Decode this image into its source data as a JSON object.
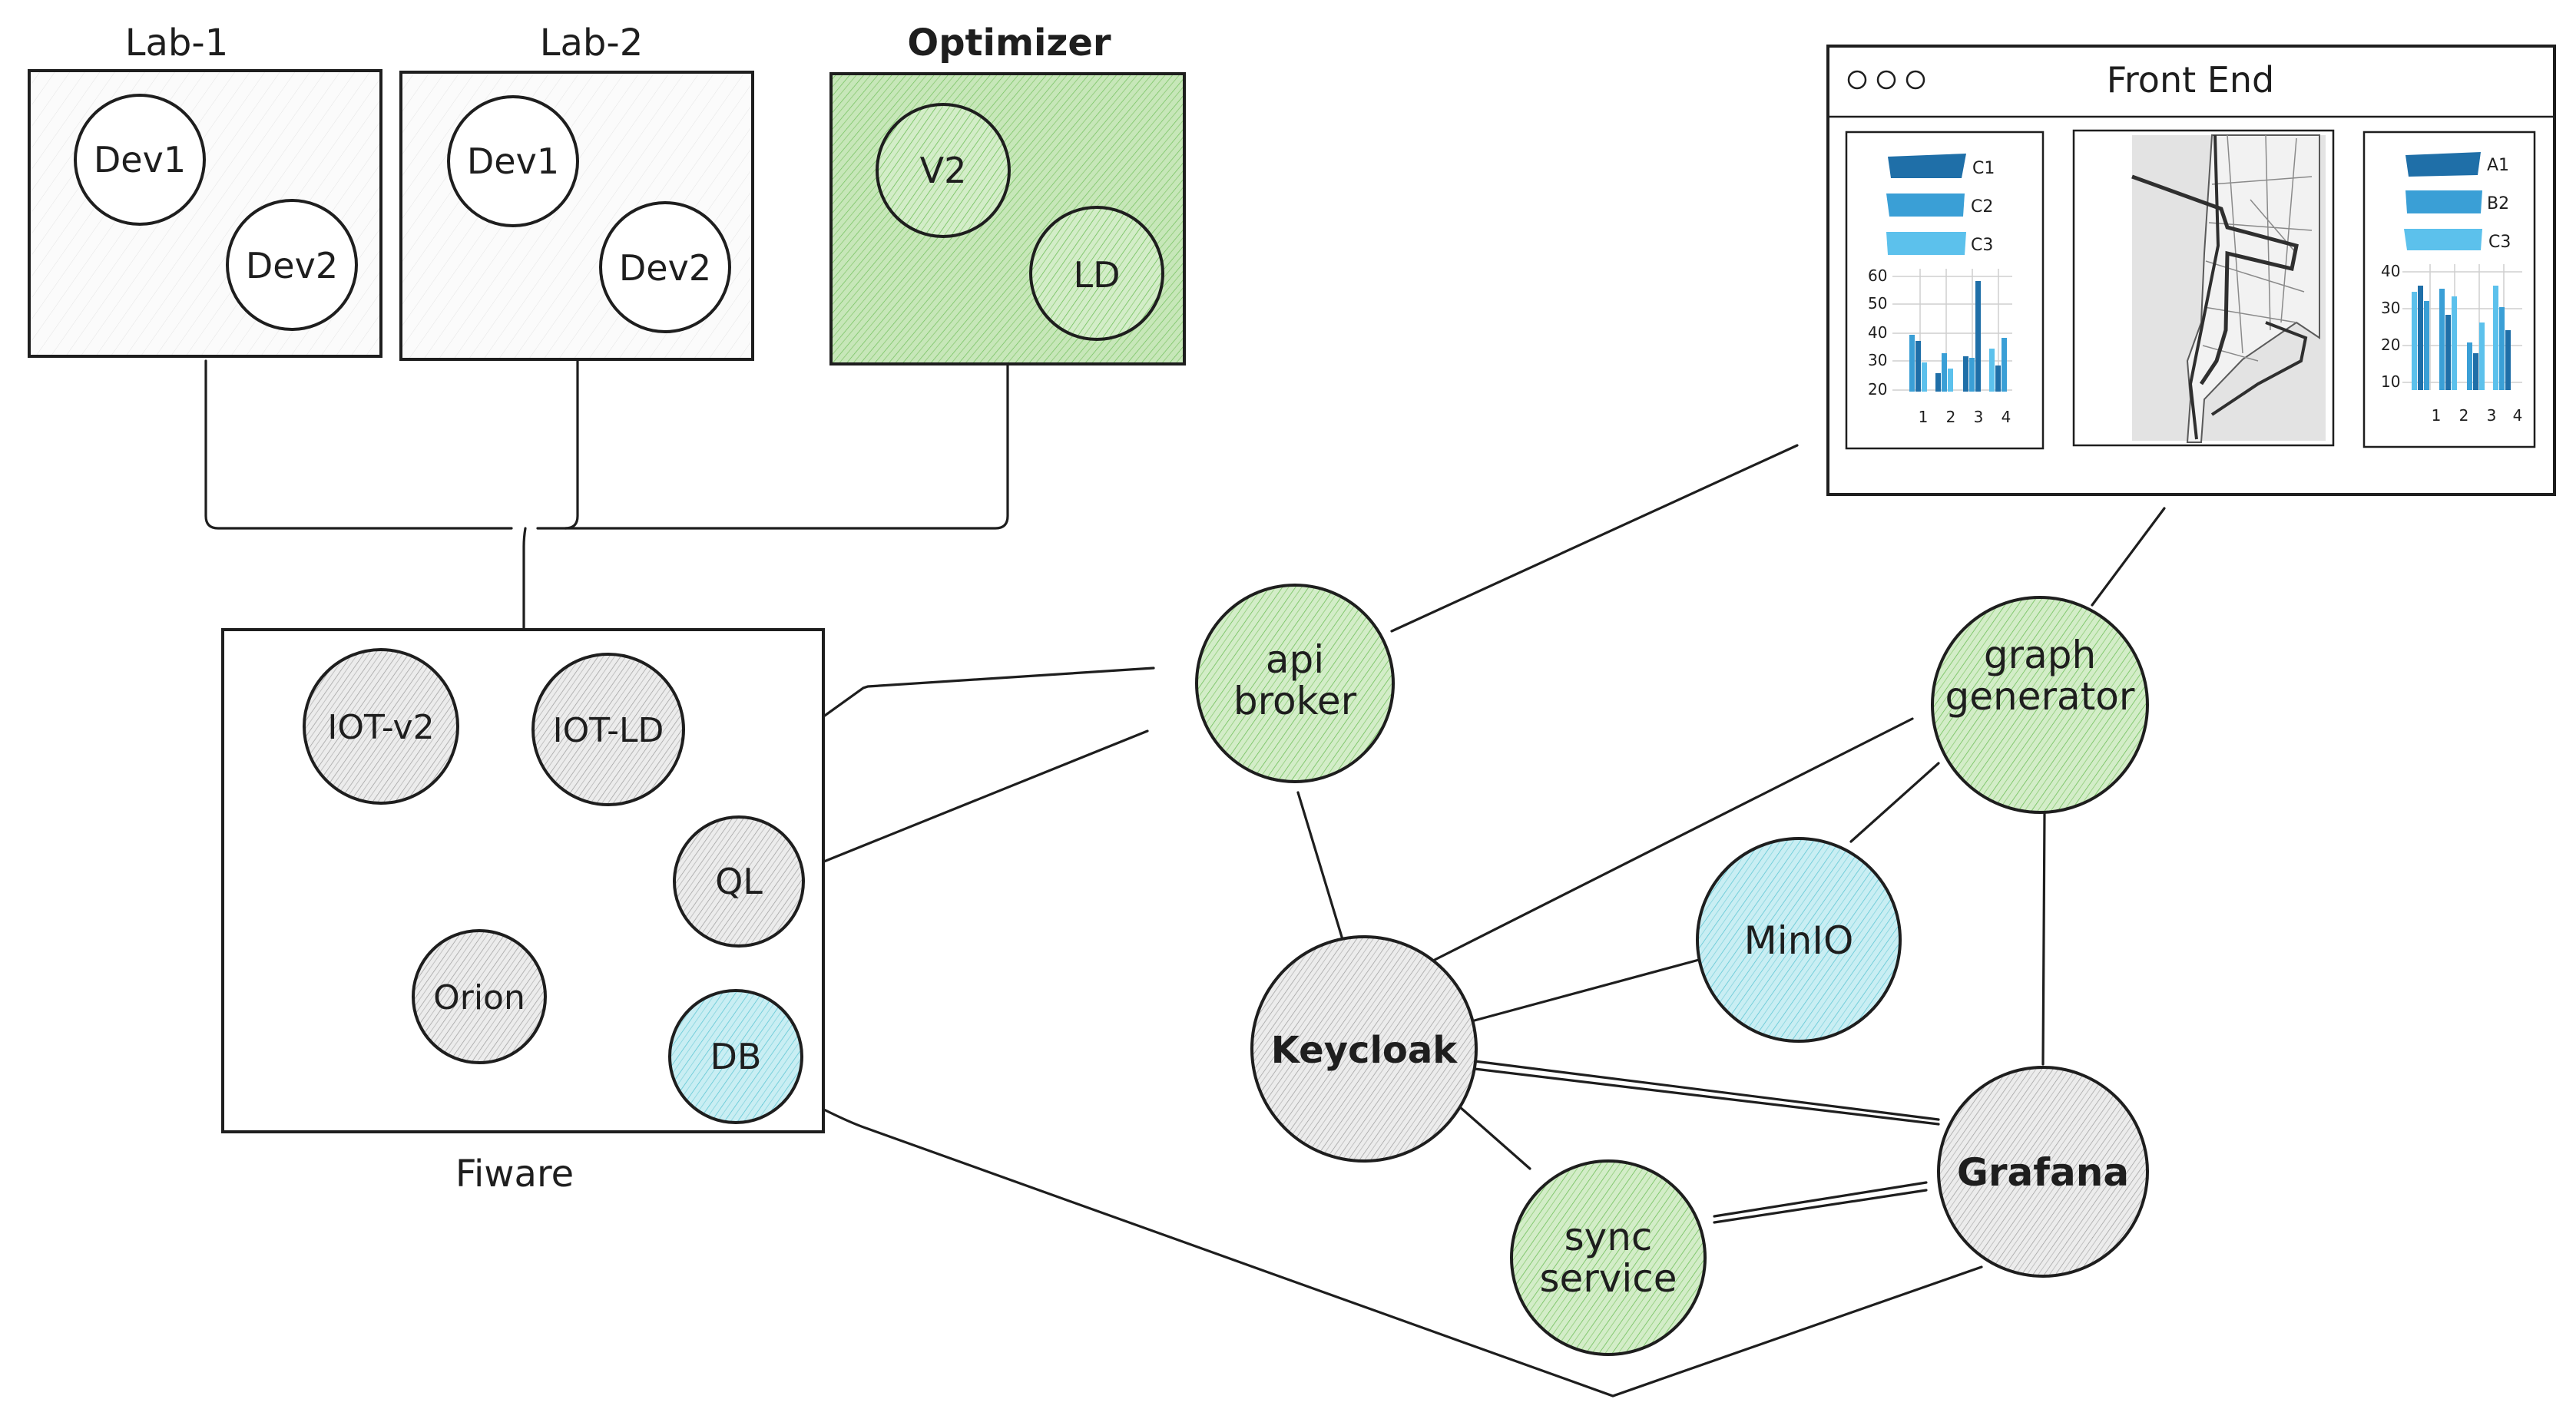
{
  "groups": {
    "lab1": {
      "title": "Lab-1",
      "dev1": "Dev1",
      "dev2": "Dev2"
    },
    "lab2": {
      "title": "Lab-2",
      "dev1": "Dev1",
      "dev2": "Dev2"
    },
    "optimizer": {
      "title": "Optimizer",
      "v2": "V2",
      "ld": "LD"
    },
    "fiware": {
      "title": "Fiware",
      "iot_v2": "IOT-v2",
      "iot_ld": "IOT-LD",
      "orion": "Orion",
      "ql": "QL",
      "db": "DB"
    }
  },
  "services": {
    "api_broker": [
      "api",
      "broker"
    ],
    "graph_generator": [
      "graph",
      "generator"
    ],
    "minio": "MinIO",
    "keycloak": "Keycloak",
    "grafana": "Grafana",
    "sync_service": [
      "sync",
      "service"
    ]
  },
  "front_end": {
    "title": "Front End",
    "left_panel": {
      "legend": [
        "C1",
        "C2",
        "C3"
      ],
      "y_ticks": [
        "60",
        "50",
        "40",
        "30",
        "20"
      ],
      "x_ticks": [
        "1",
        "2",
        "3",
        "4"
      ]
    },
    "right_panel": {
      "legend": [
        "A1",
        "B2",
        "C3"
      ],
      "y_ticks": [
        "40",
        "30",
        "20",
        "10"
      ],
      "x_ticks": [
        "1",
        "2",
        "3",
        "4"
      ]
    }
  },
  "colors": {
    "green_fill": "#d3edc8",
    "green_hatch": "#6fbf5a",
    "blue_fill": "#c9eef3",
    "blue_hatch": "#5fc6d4",
    "gray_fill": "#ebebeb",
    "gray_hatch": "#8a8a8a",
    "box_fill": "#fafafa",
    "stroke": "#1e1e1e"
  }
}
